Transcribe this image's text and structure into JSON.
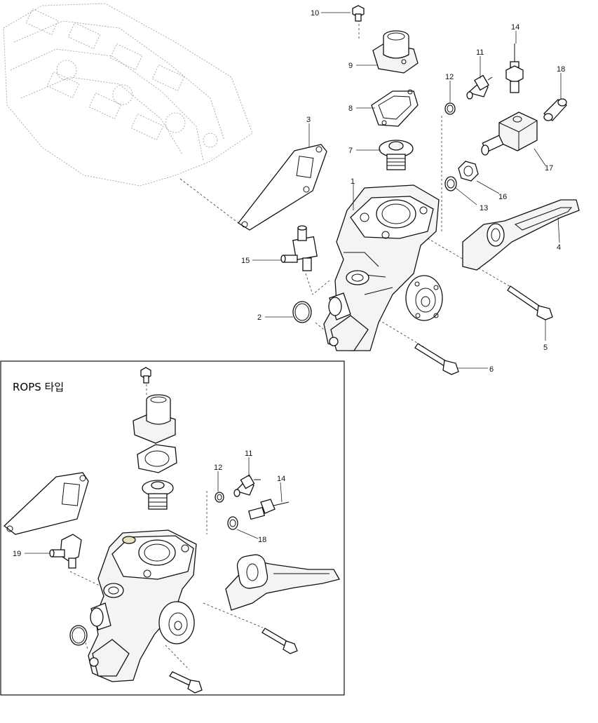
{
  "inset": {
    "title": "ROPS 타입"
  },
  "callouts": {
    "c1": "1",
    "c2": "2",
    "c3": "3",
    "c4": "4",
    "c5": "5",
    "c6": "6",
    "c7": "7",
    "c8": "8",
    "c9": "9",
    "c10": "10",
    "c11": "11",
    "c12": "12",
    "c13": "13",
    "c14": "14",
    "c15": "15",
    "c16": "16",
    "c17": "17",
    "c18": "18"
  },
  "inset_callouts": {
    "c11": "11",
    "c12": "12",
    "c14": "14",
    "c18": "18",
    "c19": "19"
  }
}
